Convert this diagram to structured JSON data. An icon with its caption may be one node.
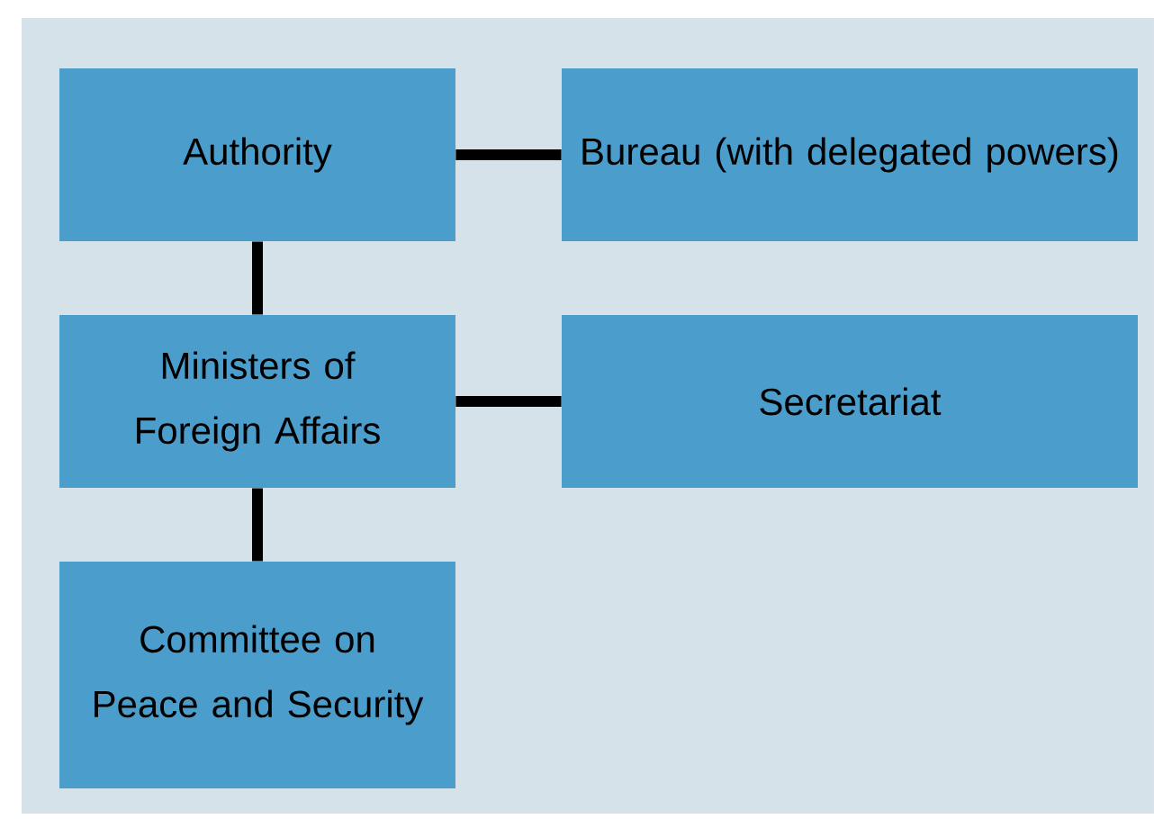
{
  "diagram": {
    "nodes": [
      {
        "text": [
          "Authority"
        ]
      },
      {
        "text": [
          "Bureau (with delegated powers)"
        ]
      },
      {
        "text": [
          "Ministers of Foreign Affairs"
        ]
      },
      {
        "text": [
          "Secretariat"
        ]
      },
      {
        "text": [
          "Committee on Peace and Security"
        ]
      }
    ],
    "edges": [
      {
        "from": 0,
        "to": 1,
        "arrow": "none"
      },
      {
        "from": 0,
        "to": 2,
        "arrow": "none"
      },
      {
        "from": 2,
        "to": 3,
        "arrow": "none"
      },
      {
        "from": 2,
        "to": 4,
        "arrow": "none"
      }
    ]
  }
}
